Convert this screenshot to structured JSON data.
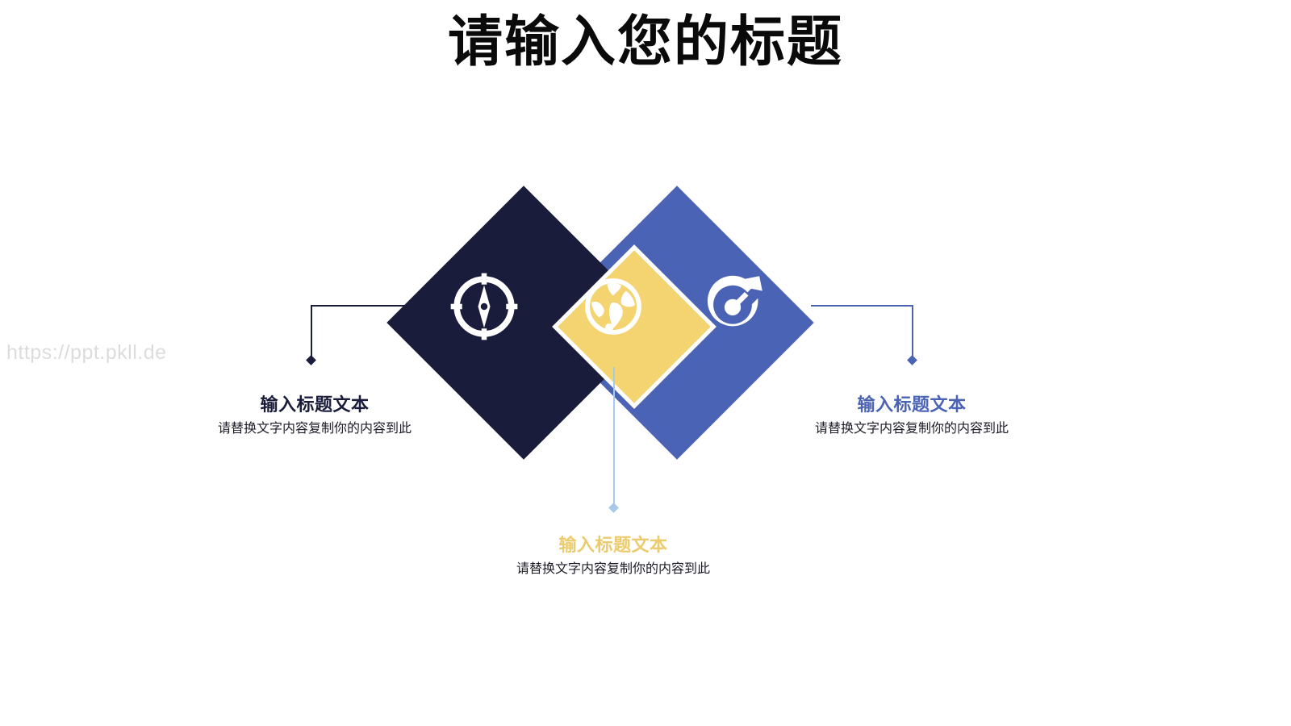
{
  "slide": {
    "title": "请输入您的标题",
    "background_color": "#ffffff",
    "watermark": "https://ppt.pkll.de"
  },
  "palette": {
    "dark_navy": "#1a1c3c",
    "blue": "#4a63b5",
    "yellow": "#f4d371",
    "yellow_text": "#eccb6c",
    "light_blue_connector": "#a8c9e8",
    "title_black": "#0a0a0a",
    "watermark_gray": "#dcdcdc"
  },
  "items": [
    {
      "id": "left",
      "icon": "compass-icon",
      "shape_color": "#1a1c3c",
      "heading": "输入标题文本",
      "heading_color": "#1a1c3c",
      "body": "请替换文字内容复制你的内容到此"
    },
    {
      "id": "center",
      "icon": "globe-icon",
      "shape_color": "#f4d371",
      "heading": "输入标题文本",
      "heading_color": "#eccb6c",
      "body": "请替换文字内容复制你的内容到此"
    },
    {
      "id": "right",
      "icon": "target-icon",
      "shape_color": "#4a63b5",
      "heading": "输入标题文本",
      "heading_color": "#4a63b5",
      "body": "请替换文字内容复制你的内容到此"
    }
  ]
}
